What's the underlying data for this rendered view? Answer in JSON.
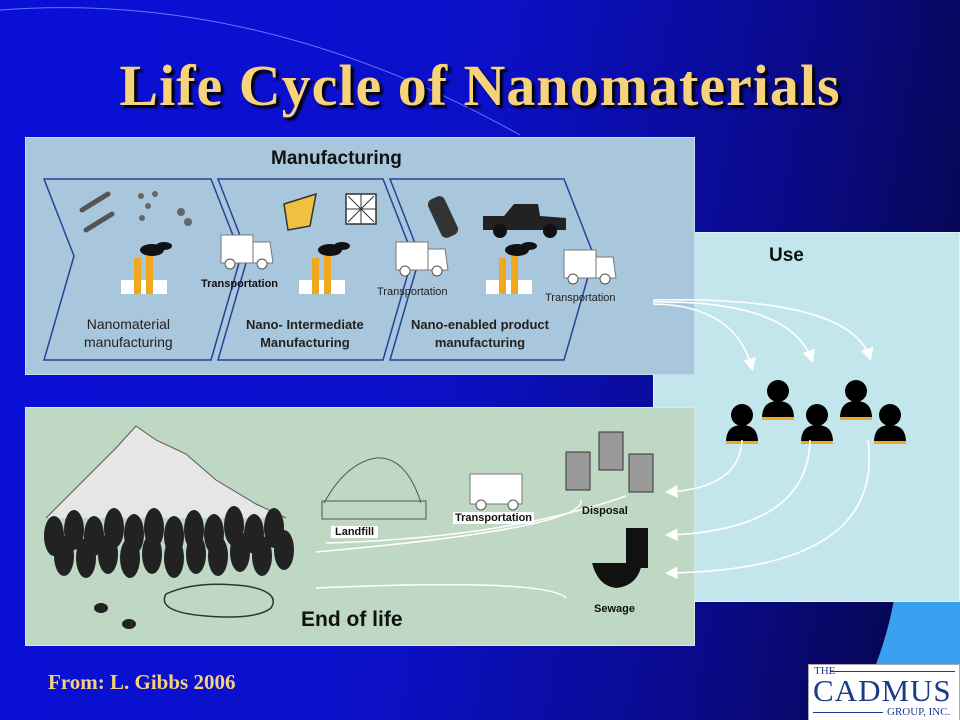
{
  "title": "Life Cycle of Nanomaterials",
  "credit": "From: L. Gibbs 2006",
  "logo": {
    "the": "THE",
    "name": "CADMUS",
    "group": "GROUP, INC."
  },
  "manufacturing": {
    "heading": "Manufacturing",
    "stages": [
      {
        "line1": "Nanomaterial",
        "line2": "manufacturing"
      },
      {
        "line1": "Nano- Intermediate",
        "line2": "Manufacturing"
      },
      {
        "line1": "Nano-enabled product",
        "line2": "manufacturing"
      }
    ],
    "transport": [
      "Transportation",
      "Transportation",
      "Transportation"
    ]
  },
  "use": {
    "heading": "Use"
  },
  "end_of_life": {
    "heading": "End of life",
    "landfill": "Landfill",
    "transport": "Transportation",
    "disposal": "Disposal",
    "sewage": "Sewage"
  },
  "colors": {
    "background": "#0b10c8",
    "title": "#f6d27a",
    "manufacturing": "#a9c7dc",
    "use": "#c3e6ec",
    "end_of_life": "#bed8c4",
    "factory": "#f0a820"
  }
}
